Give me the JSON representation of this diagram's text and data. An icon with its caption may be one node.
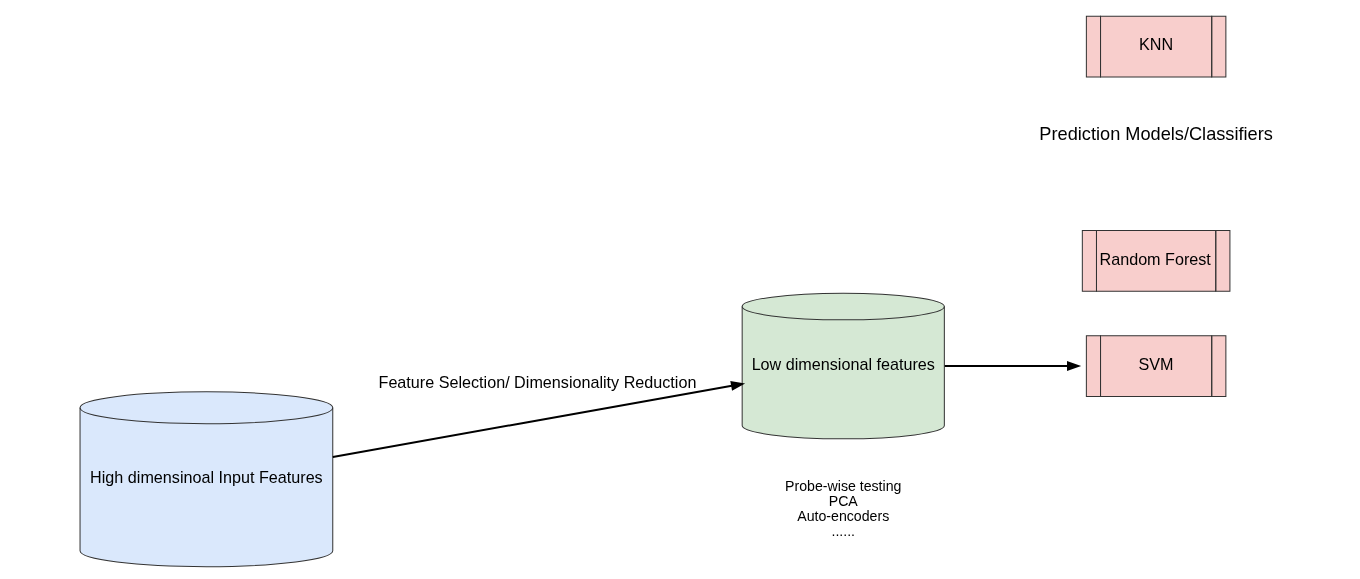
{
  "diagram": {
    "nodes": [
      {
        "text": [
          "High dimensinoal Input Features"
        ]
      },
      {
        "text": [
          "Low dimensional features"
        ]
      },
      {
        "text": [
          "Random Forest"
        ]
      },
      {
        "text": [
          "SVM"
        ]
      },
      {
        "text": [
          "KNN"
        ]
      }
    ],
    "edges": [
      {
        "from": 0,
        "to": 1,
        "arrow": "to",
        "label": "Feature Selection/ Dimensionality Reduction"
      },
      {
        "from": 1,
        "to": 3,
        "arrow": "to"
      }
    ],
    "labels": [
      "Prediction Models/Classifiers",
      "Probe-wise testing",
      "PCA",
      "Auto-encoders",
      "......"
    ]
  }
}
